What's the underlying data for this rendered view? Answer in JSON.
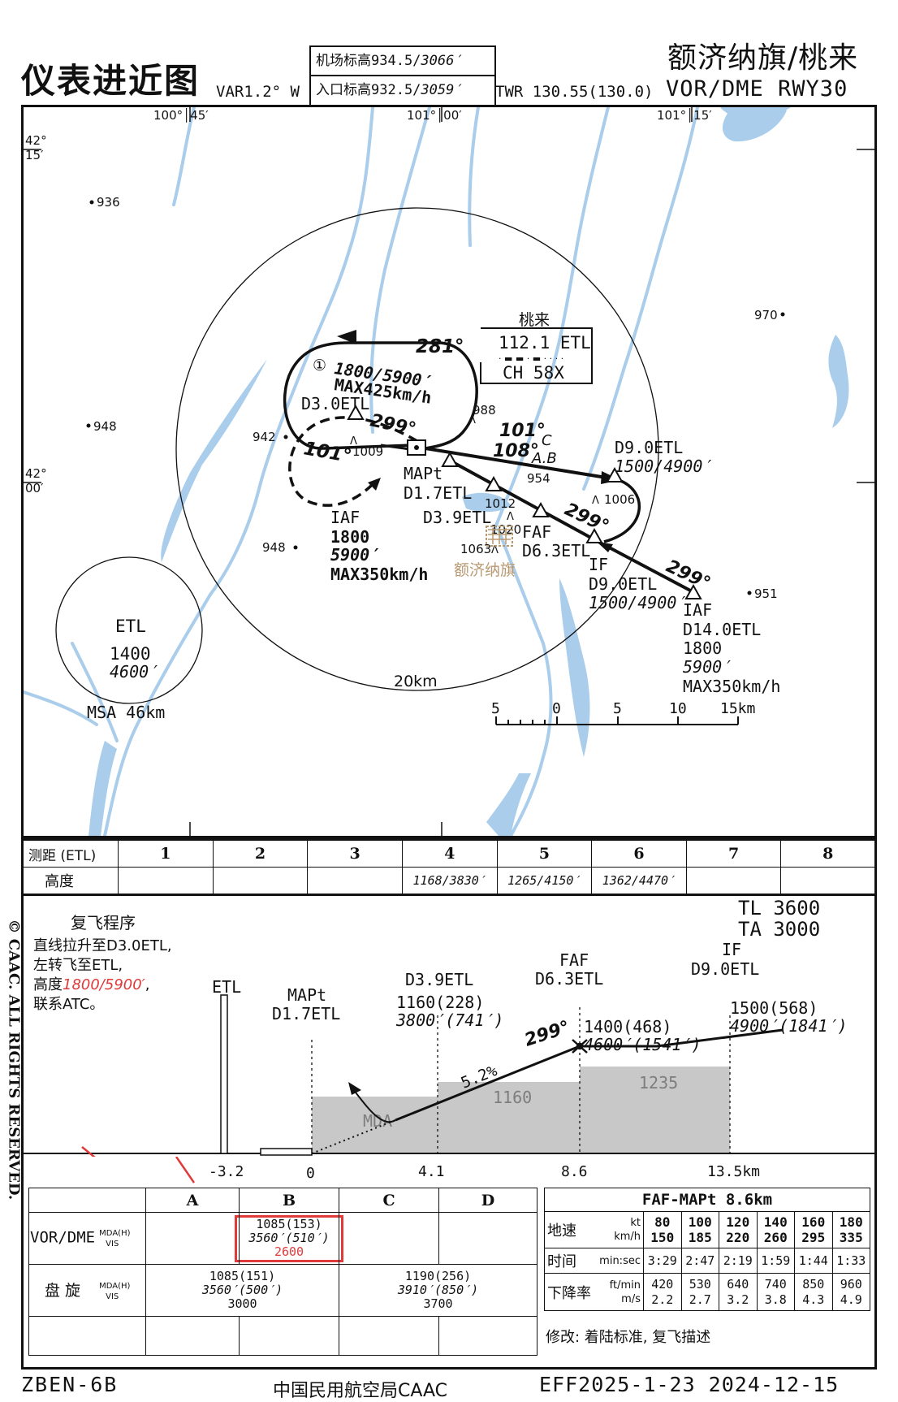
{
  "header": {
    "title": "仪表进近图",
    "var": "VAR1.2° W",
    "elev_label": "机场标高",
    "elev_value": "934.5/",
    "elev_ft": "3066′",
    "thr_label": "入口标高",
    "thr_value": "932.5/",
    "thr_ft": "3059′",
    "twr": "TWR  130.55(130.0)",
    "airport": "额济纳旗/桃来",
    "procedure": "VOR/DME  RWY30"
  },
  "plan": {
    "lon_labels": [
      "100°│45′",
      "101°│00′",
      "101°│15′"
    ],
    "lat_labels": [
      "42°",
      "15′",
      "42°",
      "00′"
    ],
    "spot_heights": [
      "936",
      "970",
      "948",
      "942",
      "948",
      "951",
      "988",
      "954",
      "1009",
      "1006",
      "1012",
      "1020",
      "1063"
    ],
    "navaid": {
      "name": "桃来",
      "ident": "112.1 ETL",
      "morse": "· ▬ ▬ · ▬ · · · ·",
      "channel": "CH  58X"
    },
    "holding": {
      "course_out": "281°",
      "note_num": "①",
      "alt": "1800/5900′",
      "speed": "MAX425km/h",
      "fix": "D3.0ETL",
      "course_in": "299°"
    },
    "reversal_course": "101°",
    "iaf_west": {
      "name": "IAF",
      "alt_m": "1800",
      "alt_ft": "5900′",
      "speed": "MAX350km/h"
    },
    "mapt": {
      "name": "MAPt",
      "dist": "D1.7ETL"
    },
    "d39": "D3.9ETL",
    "faf": {
      "name": "FAF",
      "dist": "D6.3ETL"
    },
    "courses": {
      "c101": "101°",
      "c108": "108°",
      "cat_c": "C",
      "cat_ab": "A.B",
      "c299a": "299°",
      "c299b": "299°"
    },
    "if_fix": {
      "name": "IF",
      "dist": "D9.0ETL",
      "alt": "1500/4900′"
    },
    "d90_north": {
      "dist": "D9.0ETL",
      "alt": "1500/4900′"
    },
    "iaf_east": {
      "name": "IAF",
      "dist": "D14.0ETL",
      "alt_m": "1800",
      "alt_ft": "5900′",
      "speed": "MAX350km/h"
    },
    "town": "额济纳旗",
    "ring_label": "20km",
    "msa": {
      "fix": "ETL",
      "alt_m": "1400",
      "alt_ft": "4600′",
      "label": "MSA  46km"
    },
    "scale": {
      "ticks": [
        "5",
        "0",
        "5",
        "10",
        "15km"
      ]
    }
  },
  "dme_table": {
    "row1_label": "测距 (ETL)",
    "row2_label": "高度",
    "cols": [
      "1",
      "2",
      "3",
      "4",
      "5",
      "6",
      "7",
      "8"
    ],
    "alts": [
      "",
      "",
      "",
      "1168/3830′",
      "1265/4150′",
      "1362/4470′",
      "",
      ""
    ]
  },
  "profile": {
    "tl": "TL  3600",
    "ta": "TA  3000",
    "missed_title": "复飞程序",
    "missed_l1": "直线拉升至D3.0ETL,",
    "missed_l2": "左转飞至ETL,",
    "missed_l3a": "高度",
    "missed_l3b": "1800/5900′",
    "missed_l3c": ",",
    "missed_l4": "联系ATC。",
    "etl": "ETL",
    "mapt": "MAPt",
    "mapt_d": "D1.7ETL",
    "d39": "D3.9ETL",
    "d39_alt": "1160(228)",
    "d39_ft": "3800′(741′)",
    "faf": "FAF",
    "faf_d": "D6.3ETL",
    "faf_alt": "1400(468)",
    "faf_ft": "4600′(1541′)",
    "if": "IF",
    "if_d": "D9.0ETL",
    "if_alt": "1500(568)",
    "if_ft": "4900′(1841′)",
    "course": "299°",
    "gradient": "5.2%",
    "mda": "MDA",
    "step1": "1160",
    "step2": "1235",
    "dist_labels": [
      "-3.2",
      "0",
      "4.1",
      "8.6",
      "13.5km"
    ]
  },
  "minima": {
    "cats": [
      "A",
      "B",
      "C",
      "D"
    ],
    "row1": {
      "label": "VOR/DME",
      "sub1": "MDA(H)",
      "sub2": "VIS",
      "mda": "1085(153)",
      "mda_ft": "3560′(510′)",
      "vis": "2600"
    },
    "row2": {
      "label": "盘 旋",
      "sub1": "MDA(H)",
      "sub2": "VIS",
      "ab_mda": "1085(151)",
      "ab_ft": "3560′(500′)",
      "ab_vis": "3000",
      "cd_mda": "1190(256)",
      "cd_ft": "3910′(850′)",
      "cd_vis": "3700"
    }
  },
  "speed_table": {
    "title": "FAF-MAPt 8.6km",
    "gs_label": "地速",
    "kt": "kt",
    "kmh": "km/h",
    "kt_vals": [
      "80",
      "100",
      "120",
      "140",
      "160",
      "180"
    ],
    "kmh_vals": [
      "150",
      "185",
      "220",
      "260",
      "295",
      "335"
    ],
    "time_label": "时间",
    "time_unit": "min:sec",
    "time_vals": [
      "3:29",
      "2:47",
      "2:19",
      "1:59",
      "1:44",
      "1:33"
    ],
    "rod_label": "下降率",
    "rod_u1": "ft/min",
    "rod_u2": "m/s",
    "rod_ft": [
      "420",
      "530",
      "640",
      "740",
      "850",
      "960"
    ],
    "rod_ms": [
      "2.2",
      "2.7",
      "3.2",
      "3.8",
      "4.3",
      "4.9"
    ]
  },
  "amendment": "修改: 着陆标准, 复飞描述",
  "copyright": "© CAAC. ALL RIGHTS RESERVED.",
  "footer": {
    "chart_id": "ZBEN-6B",
    "authority": "中国民用航空局CAAC",
    "eff": "EFF2025-1-23   2024-12-15"
  },
  "colors": {
    "water": "#a9cdeb",
    "terrain": "#c8c8c8",
    "highlight": "#e03a3a",
    "town": "#b89a72"
  }
}
